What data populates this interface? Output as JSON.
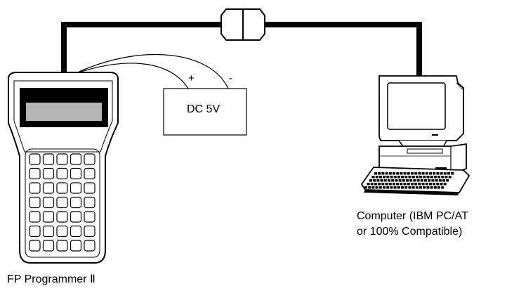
{
  "labels": {
    "power_supply": "DC 5V",
    "positive_terminal": "+",
    "negative_terminal": "-",
    "computer_line1": "Computer (IBM PC/AT",
    "computer_line2": "or 100% Compatible)",
    "programmer": "FP Programmer Ⅱ"
  },
  "colors": {
    "line": "#000000",
    "background": "#ffffff",
    "display_screen": "#b4b4b4"
  },
  "icons": [
    "handheld-programmer-icon",
    "desktop-computer-icon",
    "cable-connector-icon"
  ]
}
